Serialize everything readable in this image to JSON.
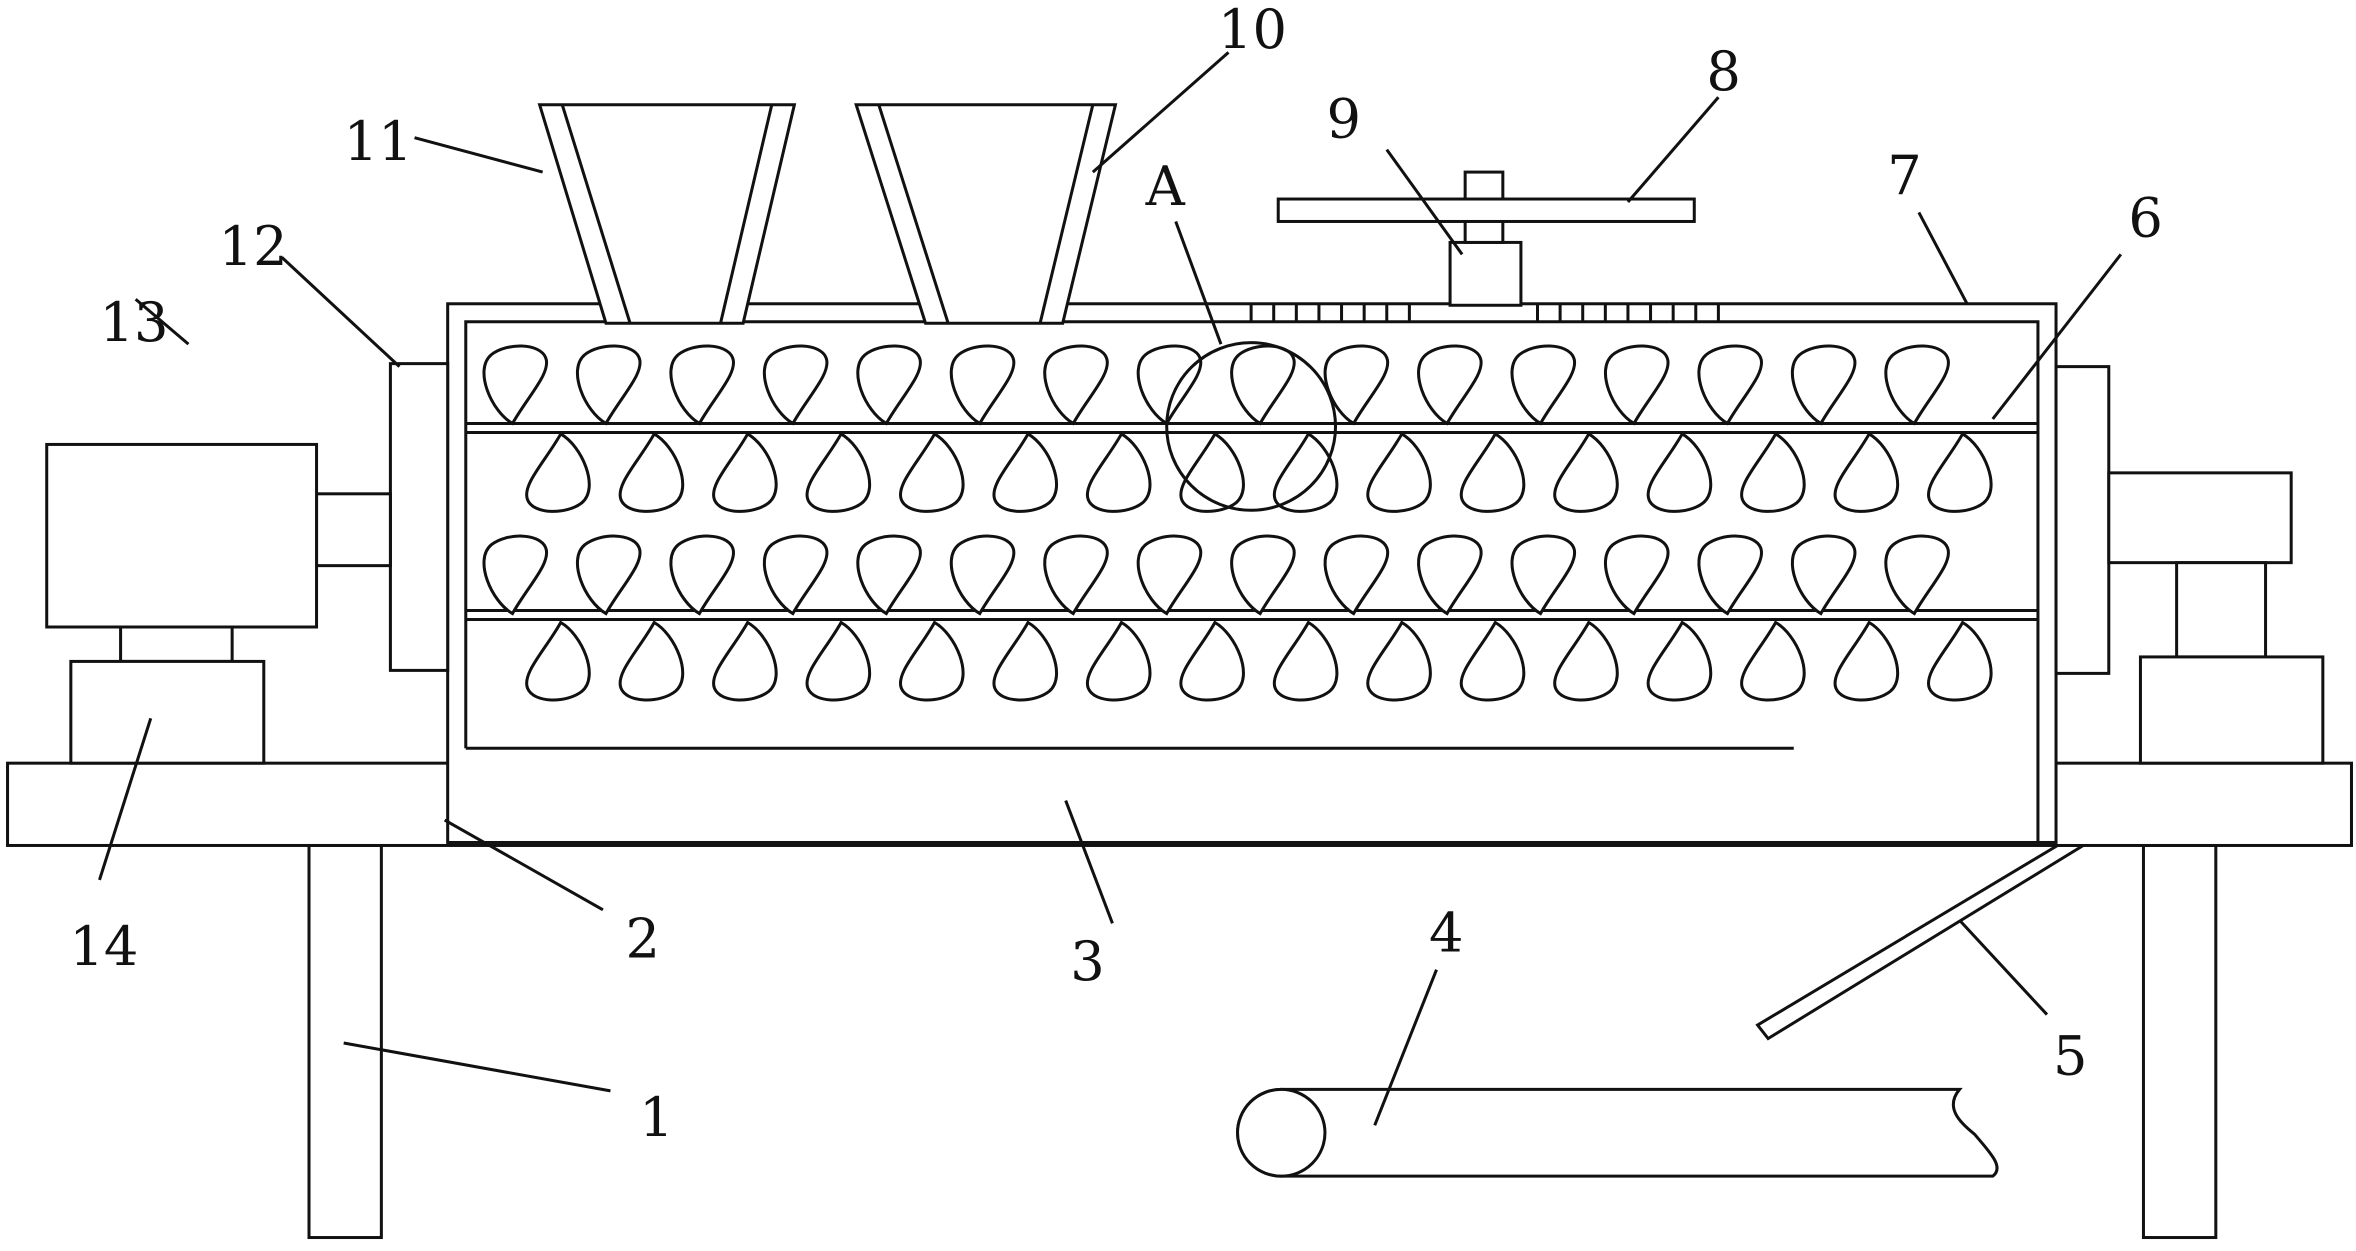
{
  "labels": [
    {
      "id": "1",
      "text": "1"
    },
    {
      "id": "2",
      "text": "2"
    },
    {
      "id": "3",
      "text": "3"
    },
    {
      "id": "4",
      "text": "4"
    },
    {
      "id": "5",
      "text": "5"
    },
    {
      "id": "6",
      "text": "6"
    },
    {
      "id": "7",
      "text": "7"
    },
    {
      "id": "8",
      "text": "8"
    },
    {
      "id": "9",
      "text": "9"
    },
    {
      "id": "10",
      "text": "10"
    },
    {
      "id": "11",
      "text": "11"
    },
    {
      "id": "12",
      "text": "12"
    },
    {
      "id": "13",
      "text": "13"
    },
    {
      "id": "14",
      "text": "14"
    },
    {
      "id": "A",
      "text": "A"
    }
  ]
}
